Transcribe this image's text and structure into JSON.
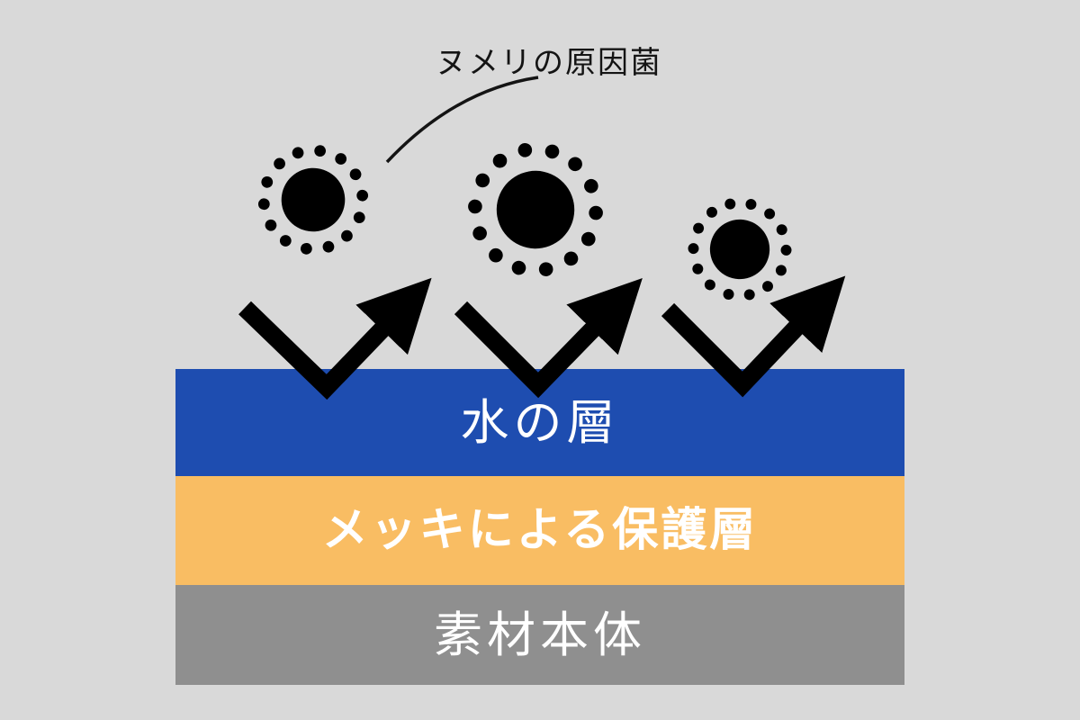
{
  "diagram": {
    "caption": "ヌメリの原因菌",
    "layers": [
      {
        "id": "water-layer",
        "label": "水の層",
        "color": "#1e4db0"
      },
      {
        "id": "plating-layer",
        "label": "メッキによる保護層",
        "color": "#f9bd63"
      },
      {
        "id": "base-material",
        "label": "素材本体",
        "color": "#8f8f8f"
      }
    ],
    "germ_count": 3,
    "bounce_arrow_count": 3,
    "colors": {
      "background": "#d9d9d9",
      "germ": "#201b1b",
      "arrow": "#000000",
      "layer_label_text": "#ffffff",
      "caption_text": "#141414"
    }
  }
}
